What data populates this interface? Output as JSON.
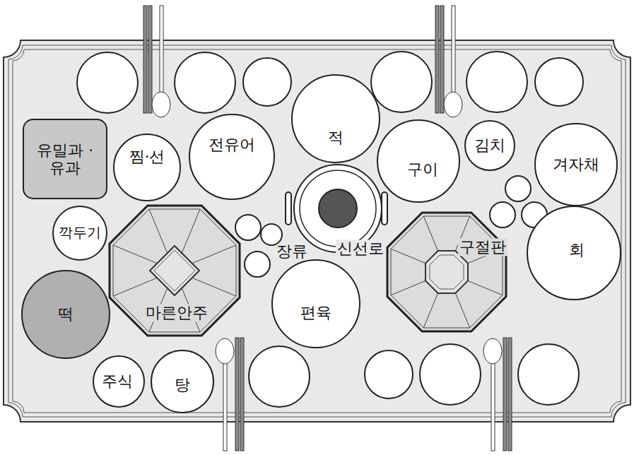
{
  "diagram": {
    "nodes": [
      {
        "text": [
          "유밀과 ·유과"
        ]
      },
      {
        "text": [
          "찜·선"
        ]
      },
      {
        "text": [
          "전유어"
        ]
      },
      {
        "text": [
          "적"
        ]
      },
      {
        "text": [
          "구이"
        ]
      },
      {
        "text": [
          "김치"
        ]
      },
      {
        "text": [
          "겨자채"
        ]
      },
      {
        "text": [
          "깍두기"
        ]
      },
      {
        "text": [
          "마른안주"
        ]
      },
      {
        "text": [
          "신선로"
        ]
      },
      {
        "text": [
          "구절판"
        ]
      },
      {
        "text": [
          "회"
        ]
      },
      {
        "text": [
          "떡"
        ]
      },
      {
        "text": [
          "편육"
        ]
      },
      {
        "text": [
          "주식"
        ]
      },
      {
        "text": [
          "탕"
        ]
      }
    ],
    "labels": [
      "장류"
    ]
  }
}
